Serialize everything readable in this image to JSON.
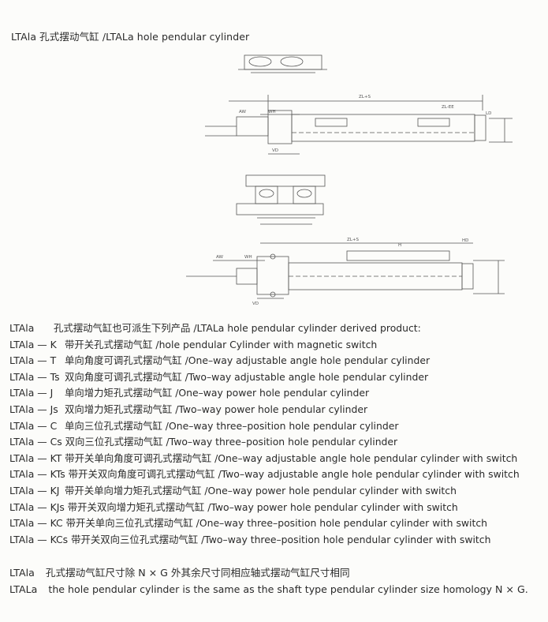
{
  "header": {
    "title": "LTAla 孔式摆动气缸 /LTALa hole pendular cylinder"
  },
  "derived": {
    "heading_code": "LTAla",
    "heading_text": "孔式摆动气缸也可派生下列产品 /LTALa hole pendular cylinder derived product:",
    "items": [
      {
        "code": "LTAla — K",
        "text": "带开关孔式摆动气缸 /hole pendular Cylinder with magnetic switch"
      },
      {
        "code": "LTAla — T",
        "text": "单向角度可调孔式摆动气缸 /One–way adjustable angle hole pendular cylinder"
      },
      {
        "code": "LTAla — Ts",
        "text": "双向角度可调孔式摆动气缸 /Two–way adjustable angle hole pendular cylinder"
      },
      {
        "code": "LTAla — J",
        "text": "单向增力矩孔式摆动气缸 /One–way power hole pendular cylinder"
      },
      {
        "code": "LTAla — Js",
        "text": "双向增力矩孔式摆动气缸 /Two–way power hole pendular cylinder"
      },
      {
        "code": "LTAla — C",
        "text": "单向三位孔式摆动气缸 /One–way three–position hole pendular cylinder"
      },
      {
        "code": "LTAla — Cs",
        "text": "双向三位孔式摆动气缸 /Two–way three–position hole pendular cylinder"
      },
      {
        "code": "LTAla — KT",
        "text": "带开关单向角度可调孔式摆动气缸 /One–way adjustable angle hole pendular cylinder with switch"
      },
      {
        "code": "LTAla — KTs",
        "text": "带开关双向角度可调孔式摆动气缸 /Two–way adjustable angle hole pendular cylinder with switch"
      },
      {
        "code": "LTAla — KJ",
        "text": "带开关单向增力矩孔式摆动气缸 /One–way power hole pendular cylinder with switch"
      },
      {
        "code": "LTAla — KJs",
        "text": "带开关双向增力矩孔式摆动气缸 /Two–way power hole pendular cylinder with switch"
      },
      {
        "code": "LTAla — KC",
        "text": "带开关单向三位孔式摆动气缸 /One–way three–position hole pendular cylinder with switch"
      },
      {
        "code": "LTAla — KCs",
        "text": "带开关双向三位孔式摆动气缸 /Two–way three–position hole pendular cylinder with switch"
      }
    ]
  },
  "note": {
    "line1_code": "LTAla",
    "line1_text": "孔式摆动气缸尺寸除 N × G 外其余尺寸同相应轴式摆动气缸尺寸相同",
    "line2_code": "LTALa",
    "line2_text": "the hole pendular cylinder is the same as the shaft type pendular cylinder size homology N × G."
  },
  "drawing_labels": {
    "dim_zl_s_top": "ZL+S",
    "dim_zl_s_lower": "ZL+S",
    "dim_zl_ee": "ZL-EE",
    "dim_aw": "AW",
    "dim_wh": "WH",
    "dim_wh_lower": "WH",
    "dim_aw_lower": "AW",
    "dim_vd": "VD",
    "dim_vd_lower": "VD",
    "dim_ld": "LD",
    "dim_hd": "HD",
    "dim_h": "H"
  }
}
